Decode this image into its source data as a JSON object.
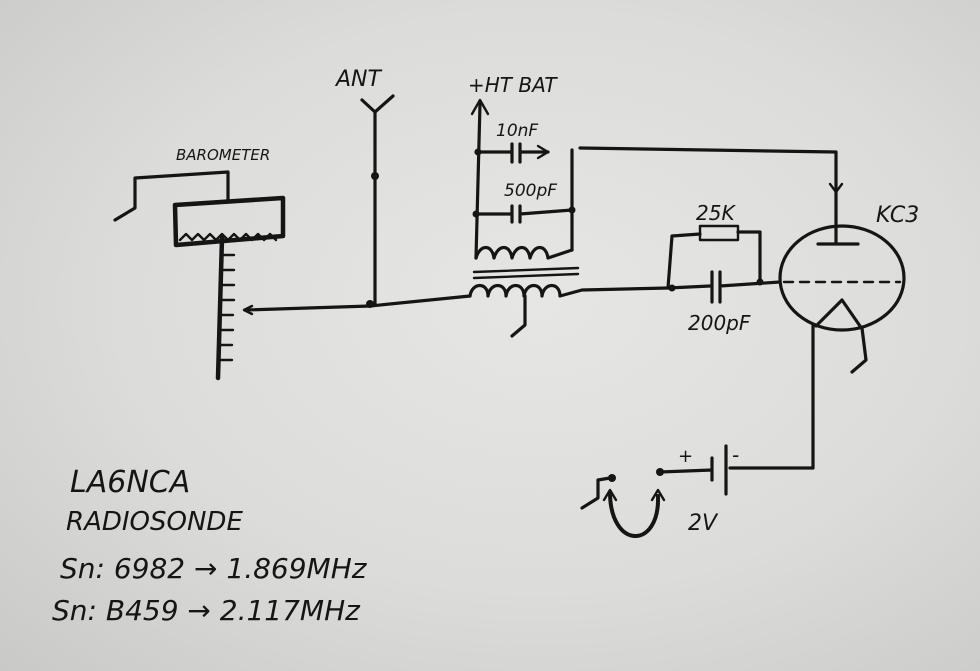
{
  "labels": {
    "antenna": "ANT",
    "ht_battery": "+HT BAT",
    "barometer": "BAROMETER",
    "cap_10nf": "10nF",
    "cap_500pf": "500pF",
    "resistor": "25K",
    "cap_200pf": "200pF",
    "tube": "KC3",
    "battery_plus": "+",
    "battery_minus": "-",
    "battery_voltage": "2V"
  },
  "notes": {
    "line1": "LA6NCA",
    "line2": "RADIOSONDE",
    "line3": "Sn: 6982 → 1.869MHz",
    "line4": "Sn: B459 → 2.117MHz"
  }
}
